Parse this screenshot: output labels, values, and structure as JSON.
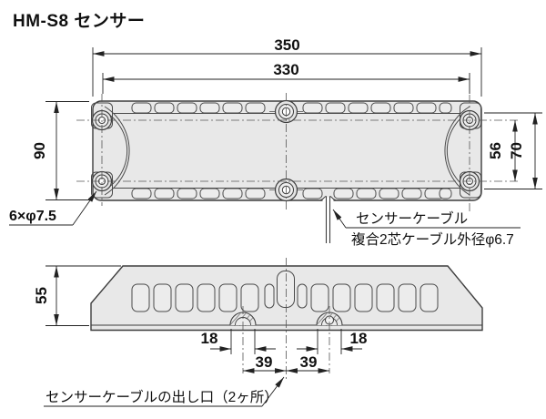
{
  "title": "HM-S8 センサー",
  "top_view": {
    "dim_overall_length": "350",
    "dim_hole_pitch_length": "330",
    "dim_overall_width": "90",
    "dim_hole_pitch_width": "56",
    "dim_step_width": "70",
    "holes_note": "6×φ7.5",
    "cable_note": "センサーケーブル",
    "cable_spec_note": "複合2芯ケーブル外径φ6.7"
  },
  "side_view": {
    "dim_height": "55",
    "dim_dome_width_left": "18",
    "dim_dome_width_right": "18",
    "dim_outlet_offset_left": "39",
    "dim_outlet_offset_right": "39",
    "outlet_note": "センサーケーブルの出し口（2ヶ所）"
  },
  "colors": {
    "body_fill": "#e8e8e8",
    "slot_fill": "#ececec",
    "outline": "#3d3d3d",
    "dimension": "#222222",
    "centerline": "#555555",
    "background": "#ffffff"
  }
}
